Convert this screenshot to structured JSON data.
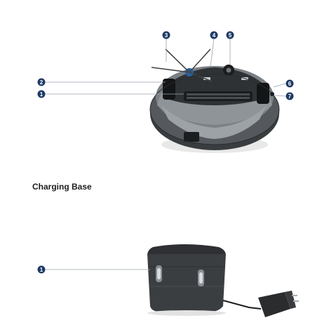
{
  "robot": {
    "callouts": [
      {
        "label": "3"
      },
      {
        "label": "4"
      },
      {
        "label": "5"
      },
      {
        "label": "2"
      },
      {
        "label": "1"
      },
      {
        "label": "6"
      },
      {
        "label": "7"
      }
    ]
  },
  "section": {
    "title": "Charging Base"
  },
  "base": {
    "callouts": [
      {
        "label": "1"
      }
    ]
  }
}
